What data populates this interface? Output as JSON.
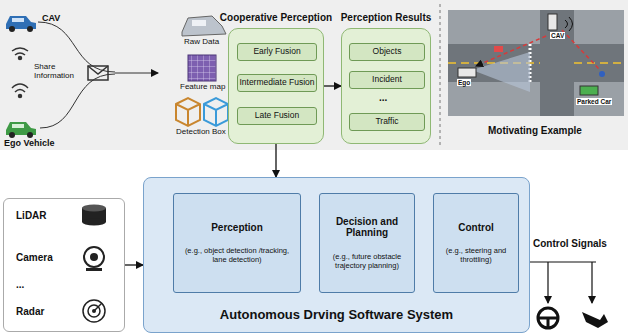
{
  "diagram": {
    "nodes": [
      {
        "text": [
          "Cooperative Perception"
        ]
      },
      {
        "text": [
          "Early Fusion"
        ],
        "in": 0
      },
      {
        "text": [
          "Intermediate Fusion"
        ],
        "in": 0
      },
      {
        "text": [
          "Late Fusion"
        ],
        "in": 0
      },
      {
        "text": [
          "Perception Results"
        ]
      },
      {
        "text": [
          "Objects"
        ],
        "in": 4
      },
      {
        "text": [
          "Incident"
        ],
        "in": 4
      },
      {
        "text": [
          "Traffic"
        ],
        "in": 4
      },
      {
        "text": [
          "LiDAR",
          "Camera",
          "...",
          "Radar"
        ]
      },
      {
        "text": [
          "Autonomous Drving Software System"
        ]
      },
      {
        "text": [
          "Perception",
          "(e.g., object detection /tracking, lane detection)"
        ],
        "in": 9
      },
      {
        "text": [
          "Decision and Planning",
          "(e.g., future obstacle trajectory planning)"
        ],
        "in": 9
      },
      {
        "text": [
          "Control",
          "(e.g., steering and throttling)"
        ],
        "in": 9
      }
    ],
    "edges": [
      {
        "from": 0,
        "to": 4,
        "arrow": "to"
      },
      {
        "from": 0,
        "to": 9,
        "arrow": "to"
      },
      {
        "from": 8,
        "to": 9,
        "arrow": "to"
      },
      {
        "from": 10,
        "to": 11,
        "arrow": "to"
      },
      {
        "from": 11,
        "to": 12,
        "arrow": "to"
      }
    ],
    "labels": [
      "CAV",
      "Share Information",
      "Ego Vehicle",
      "Raw Data",
      "Feature map",
      "Detection Box",
      "...",
      "Motivating Example",
      "CAV",
      "Ego",
      "Parked Car",
      "Control Signals"
    ]
  }
}
